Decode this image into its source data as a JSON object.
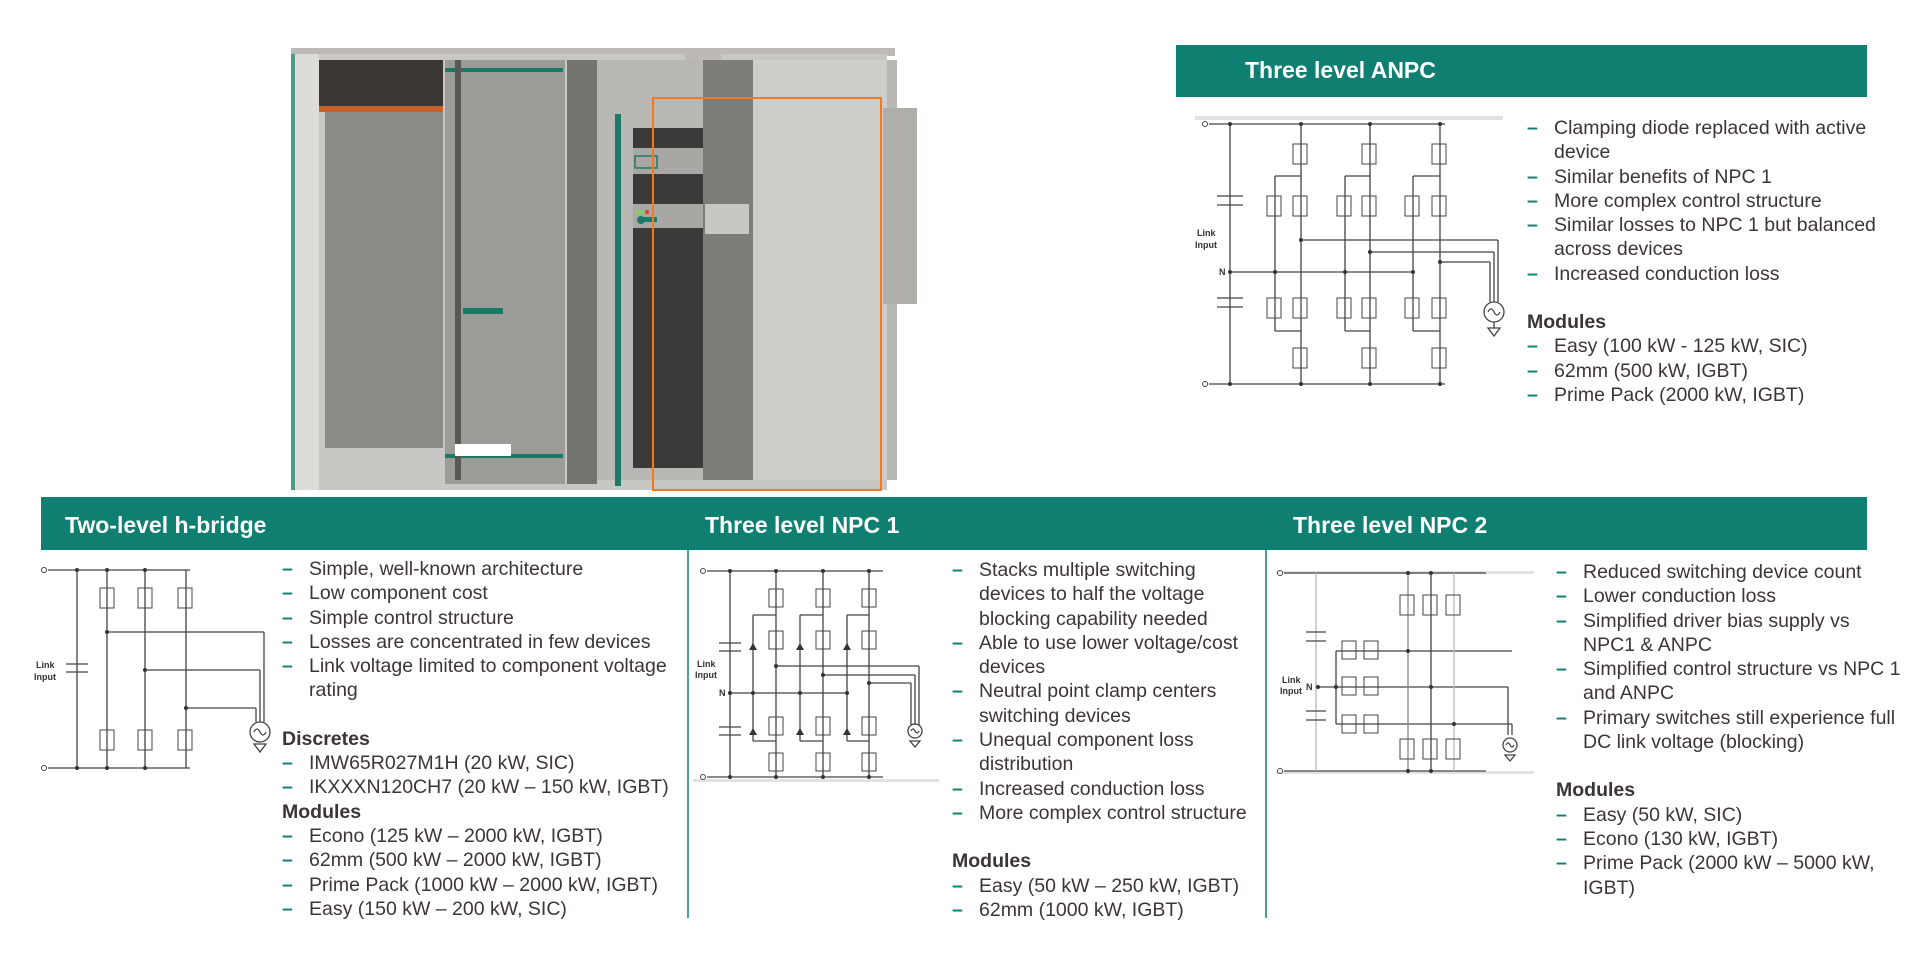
{
  "anpc": {
    "title": "Three level ANPC",
    "bullets": [
      "Clamping diode replaced with active device",
      "Similar benefits of NPC 1",
      "More complex control structure",
      "Similar losses to NPC 1 but balanced across devices",
      "Increased conduction loss"
    ],
    "modules_heading": "Modules",
    "modules": [
      "Easy (100 kW - 125 kW, SIC)",
      "62mm (500 kW, IGBT)",
      "Prime Pack (2000 kW, IGBT)"
    ],
    "diagram": {
      "link_label_1": "Link",
      "link_label_2": "Input",
      "neutral_label": "N"
    }
  },
  "two_level": {
    "title": "Two-level h-bridge",
    "bullets": [
      "Simple, well-known architecture",
      "Low component cost",
      "Simple control structure",
      "Losses are concentrated in few devices",
      "Link voltage limited to component voltage rating"
    ],
    "discretes_heading": "Discretes",
    "discretes": [
      "IMW65R027M1H (20 kW, SIC)",
      "IKXXXN120CH7 (20 kW – 150 kW, IGBT)"
    ],
    "modules_heading": "Modules",
    "modules": [
      "Econo (125 kW – 2000 kW, IGBT)",
      "62mm (500 kW – 2000 kW, IGBT)",
      "Prime Pack (1000 kW – 2000 kW, IGBT)",
      "Easy (150 kW – 200 kW, SIC)"
    ],
    "diagram": {
      "link_label_1": "Link",
      "link_label_2": "Input"
    }
  },
  "npc1": {
    "title": "Three level NPC 1",
    "bullets": [
      "Stacks multiple switching devices to half the voltage blocking capability needed",
      "Able to use lower voltage/cost devices",
      "Neutral point clamp centers switching devices",
      "Unequal component loss distribution",
      "Increased conduction loss",
      "More complex control structure"
    ],
    "modules_heading": "Modules",
    "modules": [
      "Easy (50 kW – 250 kW, IGBT)",
      "62mm (1000 kW, IGBT)"
    ],
    "diagram": {
      "link_label_1": "Link",
      "link_label_2": "Input",
      "neutral_label": "N"
    }
  },
  "npc2": {
    "title": "Three level NPC 2",
    "bullets": [
      "Reduced switching device count",
      "Lower conduction loss",
      "Simplified driver bias supply vs NPC1 & ANPC",
      "Simplified control structure vs NPC 1 and ANPC",
      "Primary switches still experience full DC link voltage (blocking)"
    ],
    "modules_heading": "Modules",
    "modules": [
      "Easy (50 kW, SIC)",
      "Econo (130 kW, IGBT)",
      "Prime Pack (2000 kW – 5000 kW, IGBT)"
    ],
    "diagram": {
      "link_label_1": "Link",
      "link_label_2": "Input",
      "neutral_label": "N"
    }
  },
  "colors": {
    "accent": "#0e7f70",
    "highlight_box": "#f07a22",
    "text": "#3d3535"
  },
  "dash": "–"
}
